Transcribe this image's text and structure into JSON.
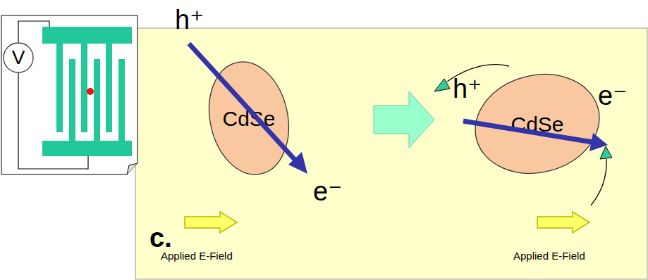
{
  "diagram": {
    "nodes": [
      {
        "text": [
          "V"
        ]
      },
      {
        "text": [
          "CdSe"
        ]
      },
      {
        "text": [
          "CdSe"
        ]
      }
    ],
    "labels": [
      "h⁺",
      "e⁻",
      "h⁺",
      "e⁻",
      "c.",
      "Applied E-Field",
      "Applied E-Field"
    ]
  }
}
